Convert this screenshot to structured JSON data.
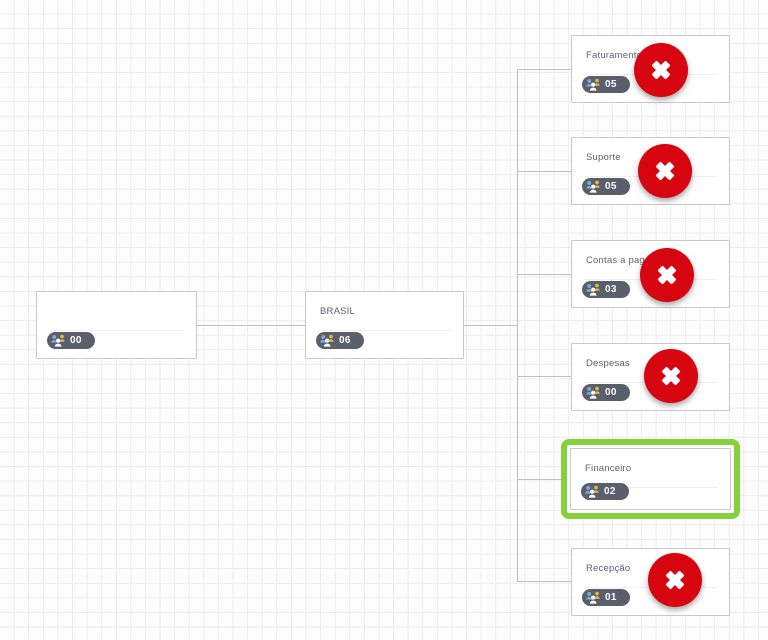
{
  "canvas": {
    "background_color": "#fdfdfd",
    "grid_color": "#ececed",
    "connector_color": "#bfbfbf"
  },
  "colors": {
    "card_border": "#c9c9c9",
    "title_text": "#5b6270",
    "badge_background": "#595f6b",
    "badge_text": "#ffffff",
    "selection_green": "#85d13c",
    "remove_red": "#d60510"
  },
  "icons": {
    "people": "people-group-icon",
    "remove": "x-mark-icon"
  },
  "chart_data": {
    "type": "tree",
    "title": "",
    "orientation": "left-to-right",
    "nodes": [
      {
        "id": "root",
        "label": "",
        "count": "00",
        "level": 0,
        "parent": null,
        "selected": false,
        "removable": false
      },
      {
        "id": "brasil",
        "label": "BRASIL",
        "count": "06",
        "level": 1,
        "parent": "root",
        "selected": false,
        "removable": false
      },
      {
        "id": "faturamento",
        "label": "Faturamento",
        "count": "05",
        "level": 2,
        "parent": "brasil",
        "selected": false,
        "removable": true
      },
      {
        "id": "suporte",
        "label": "Suporte",
        "count": "05",
        "level": 2,
        "parent": "brasil",
        "selected": false,
        "removable": true
      },
      {
        "id": "contas-a-pagar",
        "label": "Contas a pagar",
        "count": "03",
        "level": 2,
        "parent": "brasil",
        "selected": false,
        "removable": true
      },
      {
        "id": "despesas",
        "label": "Despesas",
        "count": "00",
        "level": 2,
        "parent": "brasil",
        "selected": false,
        "removable": true
      },
      {
        "id": "financeiro",
        "label": "Financeiro",
        "count": "02",
        "level": 2,
        "parent": "brasil",
        "selected": true,
        "removable": false
      },
      {
        "id": "recepcao",
        "label": "Recepção",
        "count": "01",
        "level": 2,
        "parent": "brasil",
        "selected": false,
        "removable": true
      }
    ]
  },
  "tree": {
    "root": {
      "label": "",
      "count": "00"
    },
    "brasil": {
      "label": "BRASIL",
      "count": "06"
    },
    "faturamento": {
      "label": "Faturamento",
      "count": "05"
    },
    "suporte": {
      "label": "Suporte",
      "count": "05"
    },
    "contas_a_pagar": {
      "label": "Contas a pagar",
      "count": "03"
    },
    "despesas": {
      "label": "Despesas",
      "count": "00"
    },
    "financeiro": {
      "label": "Financeiro",
      "count": "02"
    },
    "recepcao": {
      "label": "Recepção",
      "count": "01"
    }
  }
}
